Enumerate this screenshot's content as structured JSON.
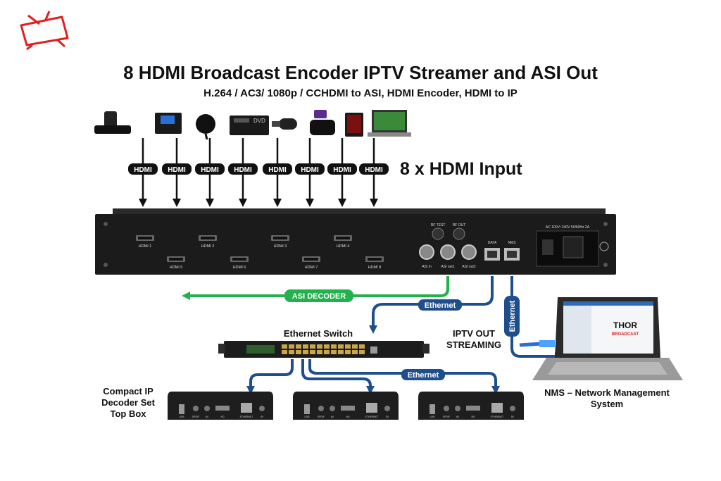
{
  "title": "8 HDMI Broadcast Encoder IPTV Streamer and ASI Out",
  "subtitle": "H.264 / AC3/ 1080p / CCHDMI to ASI, HDMI Encoder, HDMI to IP",
  "hdmi_input_heading": "8 x HDMI Input",
  "hdmi_tag": "HDMI",
  "encoder": {
    "ports_top": [
      "HDMI 1",
      "HDMI 2",
      "HDMI 3",
      "HDMI 4"
    ],
    "ports_bottom": [
      "HDMI 5",
      "HDMI 6",
      "HDMI 7",
      "HDMI 8"
    ],
    "rf_test": "RF TEST",
    "rf_out": "RF OUT",
    "asi_in": "ASI In",
    "asi_out1": "ASI out1",
    "asi_out2": "ASI out2",
    "data": "DATA",
    "nms": "NMS",
    "power": "AC 100V~240V 50/60Hz 2A"
  },
  "asi_decoder": "ASI DECODER",
  "ethernet": "Ethernet",
  "ethernet_switch": "Ethernet Switch",
  "iptv_out_line1": "IPTV OUT",
  "iptv_out_line2": "STREAMING",
  "decoder_line1": "Compact IP",
  "decoder_line2": "Decoder Set",
  "decoder_line3": "Top Box",
  "nms_line1": "NMS – Network Management",
  "nms_line2": "System",
  "laptop_brand_line1": "THOR",
  "laptop_brand_line2": "BROADCAST",
  "stb_ports": [
    "USB",
    "SPDIF",
    "AV",
    "HD",
    "ETHERNET",
    "5V"
  ],
  "colors": {
    "green": "#22b14c",
    "blue": "#1f4e8c",
    "device": "#1b1b1b",
    "logo_red": "#e02020"
  }
}
